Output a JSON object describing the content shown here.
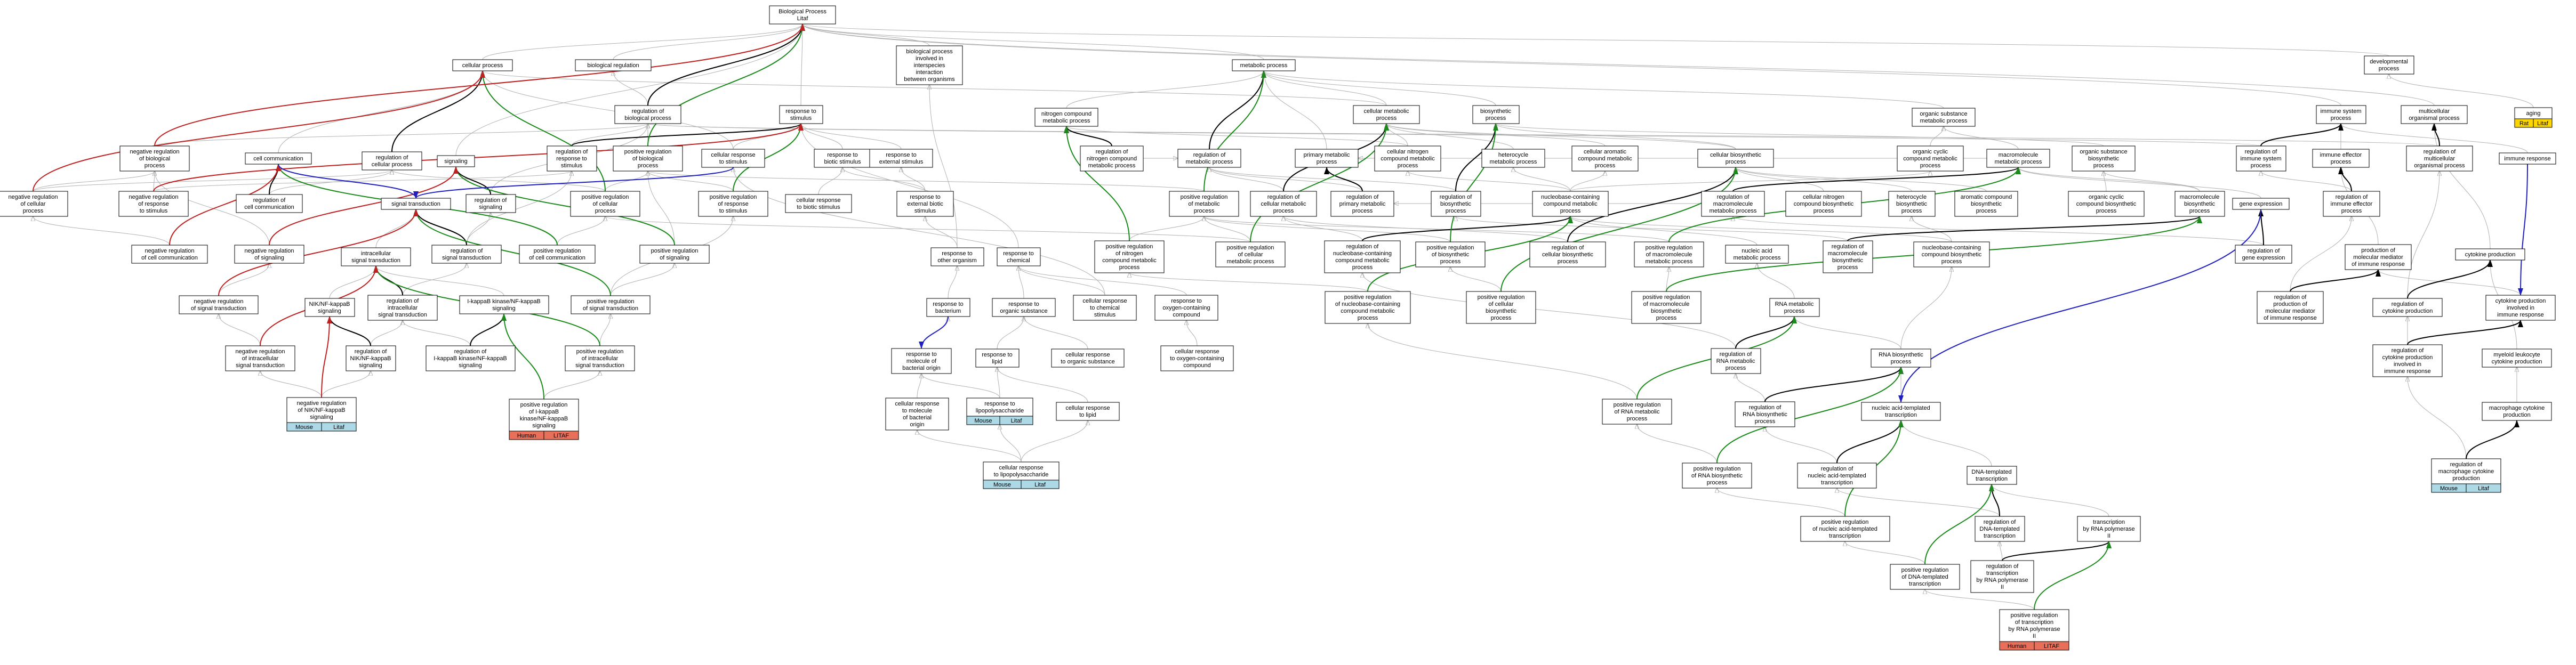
{
  "colors": {
    "edge_default": "#b0b0b0",
    "edge_regulates": "#000000",
    "edge_positive": "#1a8a1a",
    "edge_negative": "#c02020",
    "edge_blue": "#2020c0",
    "tag_mouse": "#add8e6",
    "tag_human": "#e8705a",
    "tag_rat": "#ffd700",
    "node_fill": "#ffffff",
    "node_stroke": "#000000"
  },
  "nodes": [
    {
      "id": "bp",
      "label": "Biological Process\nLitaf",
      "tags": []
    },
    {
      "id": "cellular_process",
      "label": "cellular process",
      "tags": []
    },
    {
      "id": "biological_regulation",
      "label": "biological regulation",
      "tags": []
    },
    {
      "id": "interspecies",
      "label": "biological process\ninvolved in\ninterspecies\ninteraction\nbetween organisms",
      "tags": []
    },
    {
      "id": "metabolic_process",
      "label": "metabolic process",
      "tags": []
    },
    {
      "id": "developmental_process",
      "label": "developmental\nprocess",
      "tags": []
    },
    {
      "id": "aging",
      "label": "aging",
      "tags": [
        {
          "name": "Rat",
          "color": "tag_rat"
        },
        {
          "name": "Litaf",
          "color": "tag_rat"
        }
      ]
    },
    {
      "id": "reg_bio_process",
      "label": "regulation of\nbiological process",
      "tags": []
    },
    {
      "id": "response_stimulus",
      "label": "response to\nstimulus",
      "tags": []
    },
    {
      "id": "nitrogen_compound_metabolic",
      "label": "nitrogen compound\nmetabolic process",
      "tags": []
    },
    {
      "id": "cellular_metabolic",
      "label": "cellular metabolic\nprocess",
      "tags": []
    },
    {
      "id": "biosynthetic",
      "label": "biosynthetic\nprocess",
      "tags": []
    },
    {
      "id": "organic_substance_metabolic",
      "label": "organic substance\nmetabolic process",
      "tags": []
    },
    {
      "id": "immune_system_process",
      "label": "immune system\nprocess",
      "tags": []
    },
    {
      "id": "multicellular_organismal",
      "label": "multicellular\norganismal process",
      "tags": []
    },
    {
      "id": "neg_reg_bio",
      "label": "negative regulation\nof biological\nprocess",
      "tags": []
    },
    {
      "id": "cell_communication",
      "label": "cell communication",
      "tags": []
    },
    {
      "id": "signaling",
      "label": "signaling",
      "tags": []
    },
    {
      "id": "reg_cellular_process",
      "label": "regulation of\ncellular process",
      "tags": []
    },
    {
      "id": "reg_response_stimulus",
      "label": "regulation of\nresponse to\nstimulus",
      "tags": []
    },
    {
      "id": "pos_reg_bio",
      "label": "positive regulation\nof biological\nprocess",
      "tags": []
    },
    {
      "id": "cellular_response_stimulus",
      "label": "cellular response\nto stimulus",
      "tags": []
    },
    {
      "id": "response_biotic",
      "label": "response to\nbiotic stimulus",
      "tags": []
    },
    {
      "id": "response_external",
      "label": "response to\nexternal stimulus",
      "tags": []
    },
    {
      "id": "reg_nitrogen_metabolic",
      "label": "regulation of\nnitrogen compound\nmetabolic process",
      "tags": []
    },
    {
      "id": "reg_metabolic",
      "label": "regulation of\nmetabolic process",
      "tags": []
    },
    {
      "id": "primary_metabolic",
      "label": "primary metabolic\nprocess",
      "tags": []
    },
    {
      "id": "cellular_nitrogen_metabolic",
      "label": "cellular nitrogen\ncompound metabolic\nprocess",
      "tags": []
    },
    {
      "id": "heterocycle_metabolic",
      "label": "heterocycle\nmetabolic process",
      "tags": []
    },
    {
      "id": "cellular_aromatic_metabolic",
      "label": "cellular aromatic\ncompound metabolic\nprocess",
      "tags": []
    },
    {
      "id": "cellular_biosynthetic",
      "label": "cellular biosynthetic\nprocess",
      "tags": []
    },
    {
      "id": "organic_cyclic_metabolic",
      "label": "organic cyclic\ncompound metabolic\nprocess",
      "tags": []
    },
    {
      "id": "macromolecule_metabolic",
      "label": "macromolecule\nmetabolic process",
      "tags": []
    },
    {
      "id": "organic_substance_biosynthetic",
      "label": "organic substance\nbiosynthetic\nprocess",
      "tags": []
    },
    {
      "id": "reg_immune_system",
      "label": "regulation of\nimmune system\nprocess",
      "tags": []
    },
    {
      "id": "immune_effector",
      "label": "immune effector\nprocess",
      "tags": []
    },
    {
      "id": "reg_multicellular",
      "label": "regulation of\nmulticellular\norganismal process",
      "tags": []
    },
    {
      "id": "immune_response",
      "label": "immune response",
      "tags": []
    },
    {
      "id": "neg_reg_cellular",
      "label": "negative regulation\nof cellular\nprocess",
      "tags": []
    },
    {
      "id": "neg_reg_response_stimulus",
      "label": "negative regulation\nof response\nto stimulus",
      "tags": []
    },
    {
      "id": "reg_cell_communication",
      "label": "regulation of\ncell communication",
      "tags": []
    },
    {
      "id": "signal_transduction",
      "label": "signal transduction",
      "tags": []
    },
    {
      "id": "reg_signaling",
      "label": "regulation of\nsignaling",
      "tags": []
    },
    {
      "id": "pos_reg_cellular",
      "label": "positive regulation\nof cellular\nprocess",
      "tags": []
    },
    {
      "id": "pos_reg_response_stimulus",
      "label": "positive regulation\nof response\nto stimulus",
      "tags": []
    },
    {
      "id": "cellular_response_biotic",
      "label": "cellular response\nto biotic stimulus",
      "tags": []
    },
    {
      "id": "response_external_biotic",
      "label": "response to\nexternal biotic\nstimulus",
      "tags": []
    },
    {
      "id": "pos_reg_metabolic",
      "label": "positive regulation\nof metabolic\nprocess",
      "tags": []
    },
    {
      "id": "reg_cellular_metabolic",
      "label": "regulation of\ncellular metabolic\nprocess",
      "tags": []
    },
    {
      "id": "reg_primary_metabolic",
      "label": "regulation of\nprimary metabolic\nprocess",
      "tags": []
    },
    {
      "id": "reg_biosynthetic",
      "label": "regulation of\nbiosynthetic\nprocess",
      "tags": []
    },
    {
      "id": "nucleobase_metabolic",
      "label": "nucleobase-containing\ncompound metabolic\nprocess",
      "tags": []
    },
    {
      "id": "reg_macromolecule_metabolic",
      "label": "regulation of\nmacromolecule\nmetabolic process",
      "tags": []
    },
    {
      "id": "cellular_nitrogen_biosynthetic",
      "label": "cellular nitrogen\ncompound biosynthetic\nprocess",
      "tags": []
    },
    {
      "id": "heterocycle_biosynthetic",
      "label": "heterocycle\nbiosynthetic\nprocess",
      "tags": []
    },
    {
      "id": "aromatic_biosynthetic",
      "label": "aromatic compound\nbiosynthetic\nprocess",
      "tags": []
    },
    {
      "id": "organic_cyclic_biosynthetic",
      "label": "organic cyclic\ncompound biosynthetic\nprocess",
      "tags": []
    },
    {
      "id": "macromolecule_biosynthetic",
      "label": "macromolecule\nbiosynthetic\nprocess",
      "tags": []
    },
    {
      "id": "gene_expression",
      "label": "gene expression",
      "tags": []
    },
    {
      "id": "reg_immune_effector",
      "label": "regulation of\nimmune effector\nprocess",
      "tags": []
    },
    {
      "id": "neg_reg_cell_communication",
      "label": "negative regulation\nof cell communication",
      "tags": []
    },
    {
      "id": "neg_reg_signaling",
      "label": "negative regulation\nof signaling",
      "tags": []
    },
    {
      "id": "intracellular_signal",
      "label": "intracellular\nsignal transduction",
      "tags": []
    },
    {
      "id": "reg_signal_transduction",
      "label": "regulation of\nsignal transduction",
      "tags": []
    },
    {
      "id": "pos_reg_cell_communication",
      "label": "positive regulation\nof cell communication",
      "tags": []
    },
    {
      "id": "pos_reg_signaling",
      "label": "positive regulation\nof signaling",
      "tags": []
    },
    {
      "id": "response_other_organism",
      "label": "response to\nother organism",
      "tags": []
    },
    {
      "id": "response_chemical",
      "label": "response to\nchemical",
      "tags": []
    },
    {
      "id": "pos_reg_nitrogen_metabolic",
      "label": "positive regulation\nof nitrogen\ncompound metabolic\nprocess",
      "tags": []
    },
    {
      "id": "pos_reg_cellular_metabolic",
      "label": "positive regulation\nof cellular\nmetabolic process",
      "tags": []
    },
    {
      "id": "reg_nucleobase_metabolic",
      "label": "regulation of\nnucleobase-containing\ncompound metabolic\nprocess",
      "tags": []
    },
    {
      "id": "pos_reg_biosynthetic",
      "label": "positive regulation\nof biosynthetic\nprocess",
      "tags": []
    },
    {
      "id": "reg_cellular_biosynthetic",
      "label": "regulation of\ncellular biosynthetic\nprocess",
      "tags": []
    },
    {
      "id": "pos_reg_macromolecule_metabolic",
      "label": "positive regulation\nof macromolecule\nmetabolic process",
      "tags": []
    },
    {
      "id": "nucleic_acid_metabolic",
      "label": "nucleic acid\nmetabolic process",
      "tags": []
    },
    {
      "id": "reg_macromolecule_biosynthetic",
      "label": "regulation of\nmacromolecule\nbiosynthetic\nprocess",
      "tags": []
    },
    {
      "id": "nucleobase_biosynthetic",
      "label": "nucleobase-containing\ncompound biosynthetic\nprocess",
      "tags": []
    },
    {
      "id": "reg_gene_expression",
      "label": "regulation of\ngene expression",
      "tags": []
    },
    {
      "id": "production_molecular_mediator",
      "label": "production of\nmolecular mediator\nof immune response",
      "tags": []
    },
    {
      "id": "cytokine_production",
      "label": "cytokine production",
      "tags": []
    },
    {
      "id": "neg_reg_signal_transduction",
      "label": "negative regulation\nof signal transduction",
      "tags": []
    },
    {
      "id": "reg_intracellular_signal",
      "label": "regulation of\nintracellular\nsignal transduction",
      "tags": []
    },
    {
      "id": "ikb_signaling",
      "label": "I-kappaB kinase/NF-kappaB\nsignaling",
      "tags": []
    },
    {
      "id": "pos_reg_signal_transduction",
      "label": "positive regulation\nof signal transduction",
      "tags": []
    },
    {
      "id": "nik_signaling",
      "label": "NIK/NF-kappaB\nsignaling",
      "tags": []
    },
    {
      "id": "response_bacterium",
      "label": "response to\nbacterium",
      "tags": []
    },
    {
      "id": "response_organic_substance",
      "label": "response to\norganic substance",
      "tags": []
    },
    {
      "id": "cellular_response_chemical",
      "label": "cellular response\nto chemical\nstimulus",
      "tags": []
    },
    {
      "id": "response_oxygen",
      "label": "response to\noxygen-containing\ncompound",
      "tags": []
    },
    {
      "id": "pos_reg_nucleobase_metabolic",
      "label": "positive regulation\nof nucleobase-containing\ncompound metabolic\nprocess",
      "tags": []
    },
    {
      "id": "pos_reg_cellular_biosynthetic",
      "label": "positive regulation\nof cellular\nbiosynthetic\nprocess",
      "tags": []
    },
    {
      "id": "pos_reg_macromolecule_biosynthetic",
      "label": "positive regulation\nof macromolecule\nbiosynthetic\nprocess",
      "tags": []
    },
    {
      "id": "rna_metabolic",
      "label": "RNA metabolic\nprocess",
      "tags": []
    },
    {
      "id": "reg_cytokine_production",
      "label": "regulation of\nproduction of\nmolecular mediator\nof immune response",
      "tags": []
    },
    {
      "id": "reg_cytokine_prod",
      "label": "regulation of\ncytokine production",
      "tags": []
    },
    {
      "id": "cytokine_prod_immune",
      "label": "cytokine production\ninvolved in\nimmune response",
      "tags": []
    },
    {
      "id": "neg_reg_intracellular",
      "label": "negative regulation\nof intracellular\nsignal transduction",
      "tags": []
    },
    {
      "id": "reg_nik",
      "label": "regulation of\nNIK/NF-kappaB\nsignaling",
      "tags": []
    },
    {
      "id": "reg_ikb",
      "label": "regulation of\nI-kappaB kinase/NF-kappaB\nsignaling",
      "tags": []
    },
    {
      "id": "pos_reg_intracellular",
      "label": "positive regulation\nof intracellular\nsignal transduction",
      "tags": []
    },
    {
      "id": "response_lipid",
      "label": "response to\nlipid",
      "tags": []
    },
    {
      "id": "cellular_response_organic",
      "label": "cellular response\nto organic substance",
      "tags": []
    },
    {
      "id": "cellular_response_oxygen",
      "label": "cellular response\nto oxygen-containing\ncompound",
      "tags": []
    },
    {
      "id": "response_molecule_bacterial",
      "label": "response to\nmolecule of\nbacterial origin",
      "tags": []
    },
    {
      "id": "reg_rna_metabolic",
      "label": "regulation of\nRNA metabolic\nprocess",
      "tags": []
    },
    {
      "id": "rna_biosynthetic",
      "label": "RNA biosynthetic\nprocess",
      "tags": []
    },
    {
      "id": "reg_cytokine_immune",
      "label": "regulation of\ncytokine production\ninvolved in\nimmune response",
      "tags": []
    },
    {
      "id": "myeloid_cytokine",
      "label": "myeloid leukocyte\ncytokine production",
      "tags": []
    },
    {
      "id": "neg_reg_nik",
      "label": "negative regulation\nof NIK/NF-kappaB\nsignaling",
      "tags": [
        {
          "name": "Mouse",
          "color": "tag_mouse"
        },
        {
          "name": "Litaf",
          "color": "tag_mouse"
        }
      ]
    },
    {
      "id": "pos_reg_ikb",
      "label": "positive regulation\nof I-kappaB\nkinase/NF-kappaB\nsignaling",
      "tags": [
        {
          "name": "Human",
          "color": "tag_human"
        },
        {
          "name": "LITAF",
          "color": "tag_human"
        }
      ]
    },
    {
      "id": "cellular_response_molecule",
      "label": "cellular response\nto molecule\nof bacterial\norigin",
      "tags": []
    },
    {
      "id": "response_lps",
      "label": "response to\nlipopolysaccharide",
      "tags": [
        {
          "name": "Mouse",
          "color": "tag_mouse"
        },
        {
          "name": "Litaf",
          "color": "tag_mouse"
        }
      ]
    },
    {
      "id": "cellular_response_lipid",
      "label": "cellular response\nto lipid",
      "tags": []
    },
    {
      "id": "pos_reg_rna_metabolic",
      "label": "positive regulation\nof RNA metabolic\nprocess",
      "tags": []
    },
    {
      "id": "reg_rna_biosynthetic",
      "label": "regulation of\nRNA biosynthetic\nprocess",
      "tags": []
    },
    {
      "id": "nucleic_acid_templated",
      "label": "nucleic acid-templated\ntranscription",
      "tags": []
    },
    {
      "id": "macrophage_cytokine",
      "label": "macrophage cytokine\nproduction",
      "tags": []
    },
    {
      "id": "cellular_response_lps",
      "label": "cellular response\nto lipopolysaccharide",
      "tags": [
        {
          "name": "Mouse",
          "color": "tag_mouse"
        },
        {
          "name": "Litaf",
          "color": "tag_mouse"
        }
      ]
    },
    {
      "id": "pos_reg_rna_biosynthetic",
      "label": "positive regulation\nof RNA biosynthetic\nprocess",
      "tags": []
    },
    {
      "id": "reg_nucleic_templated",
      "label": "regulation of\nnucleic acid-templated\ntranscription",
      "tags": []
    },
    {
      "id": "dna_templated",
      "label": "DNA-templated\ntranscription",
      "tags": []
    },
    {
      "id": "reg_macrophage_cytokine",
      "label": "regulation of\nmacrophage cytokine\nproduction",
      "tags": [
        {
          "name": "Mouse",
          "color": "tag_mouse"
        },
        {
          "name": "Litaf",
          "color": "tag_mouse"
        }
      ]
    },
    {
      "id": "pos_reg_nucleic_templated",
      "label": "positive regulation\nof nucleic acid-templated\ntranscription",
      "tags": []
    },
    {
      "id": "reg_dna_templated",
      "label": "regulation of\nDNA-templated\ntranscription",
      "tags": []
    },
    {
      "id": "transcription_pol2",
      "label": "transcription\nby RNA polymerase\nII",
      "tags": []
    },
    {
      "id": "pos_reg_dna_templated",
      "label": "positive regulation\nof DNA-templated\ntranscription",
      "tags": []
    },
    {
      "id": "reg_transcription_pol2",
      "label": "regulation of\ntranscription\nby RNA polymerase\nII",
      "tags": []
    },
    {
      "id": "pos_reg_transcription_pol2",
      "label": "positive regulation\nof transcription\nby RNA polymerase\nII",
      "tags": [
        {
          "name": "Human",
          "color": "tag_human"
        },
        {
          "name": "LITAF",
          "color": "tag_human"
        }
      ]
    }
  ]
}
